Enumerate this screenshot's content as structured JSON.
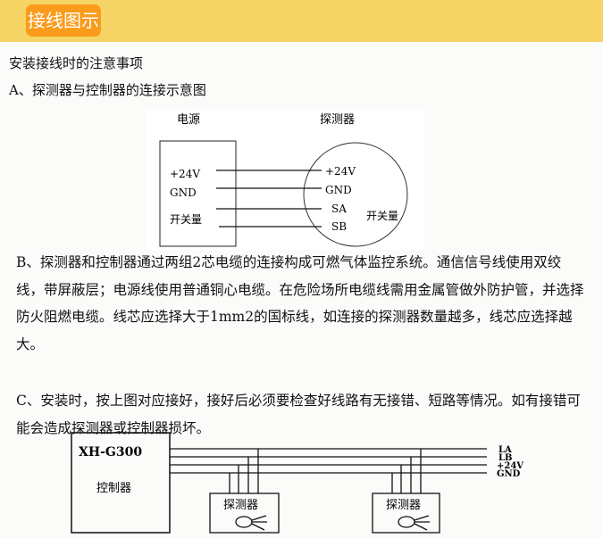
{
  "header": {
    "title": "接线图示"
  },
  "intro": "安装接线时的注意事项",
  "section_a": "A、探测器与控制器的连接示意图",
  "diagram1": {
    "power_label": "电源",
    "detector_label": "探测器",
    "left_terms": [
      "+24V",
      "GND",
      "开关量"
    ],
    "right_terms": [
      "+24V",
      "GND",
      "SA",
      "SB"
    ],
    "switch_label": "开关量"
  },
  "section_b": "B、探测器和控制器通过两组2芯电缆的连接构成可燃气体监控系统。通信信号线使用双绞线，带屏蔽层；电源线使用普通铜心电缆。在危险场所电缆线需用金属管做外防护管，并选择防火阻燃电缆。线芯应选择大于1mm2的国标线，如连接的探测器数量越多，线芯应选择越大。",
  "section_c": "C、安装时，按上图对应接好，接好后必须要检查好线路有无接错、短路等情况。如有接错可能会造成探测器或控制器损坏。",
  "diagram2": {
    "model": "XH-G300",
    "controller": "控制器",
    "detector": "探测器",
    "bus_labels": [
      "LA",
      "LB",
      "+24V",
      "GND"
    ]
  }
}
